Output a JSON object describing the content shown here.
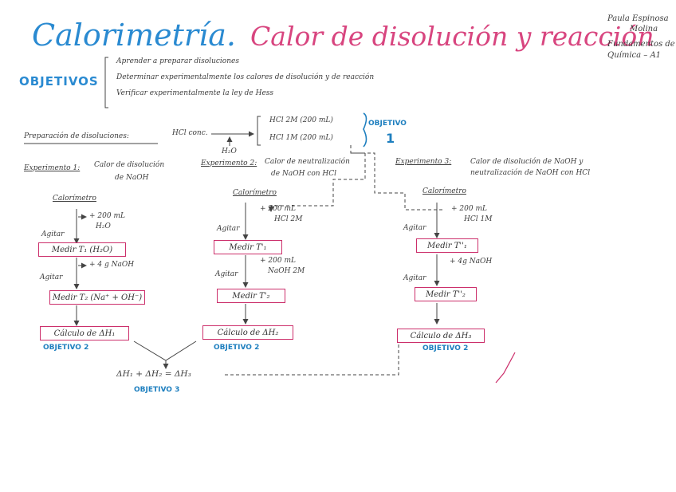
{
  "title": {
    "part1": "Calorimetría.",
    "part2": "Calor de disolución y reacción"
  },
  "author": {
    "name": "Paula Espinosa",
    "surname": "Molina",
    "subject_line1": "Fundamentos de",
    "subject_line2": "Química – A1"
  },
  "objectives": {
    "label": "OBJETIVOS",
    "items": [
      "Aprender a preparar disoluciones",
      "Determinar experimentalmente los calores de disolución y de reacción",
      "Verificar experimentalmente la ley de Hess"
    ]
  },
  "preparation": {
    "label": "Preparación de disoluciones:",
    "reagent": "HCl conc.",
    "water": "H₂O",
    "product1": "HCl 2M (200 mL)",
    "product2": "HCl 1M (200 mL)",
    "objective": "OBJETIVO",
    "objective_num": "1"
  },
  "experiments": [
    {
      "heading": "Experimento 1:",
      "desc1": "Calor de disolución",
      "desc2": "de NaOH",
      "calorimeter": "Calorímetro",
      "add1a": "+ 200 mL",
      "add1b": "H₂O",
      "stir1": "Agitar",
      "box1": "Medir T₁ (H₂O)",
      "add2": "+ 4 g NaOH",
      "stir2": "Agitar",
      "box2": "Medir T₂ (Na⁺ + OH⁻)",
      "box3": "Cálculo de ΔH₁",
      "objective": "OBJETIVO 2"
    },
    {
      "heading": "Experimento 2:",
      "desc1": "Calor de neutralización",
      "desc2": "de NaOH con HCl",
      "calorimeter": "Calorímetro",
      "add1a": "+ 200 mL",
      "add1b": "HCl 2M",
      "stir1": "Agitar",
      "box1": "Medir T'₁",
      "add2a": "+ 200 mL",
      "add2b": "NaOH 2M",
      "stir2": "Agitar",
      "box2": "Medir T'₂",
      "box3": "Cálculo de ΔH₂",
      "objective": "OBJETIVO 2"
    },
    {
      "heading": "Experimento 3:",
      "desc1": "Calor de disolución de NaOH y",
      "desc2": "neutralización de NaOH con HCl",
      "calorimeter": "Calorímetro",
      "add1a": "+ 200 mL",
      "add1b": "HCl 1M",
      "stir1": "Agitar",
      "box1": "Medir T''₁",
      "add2": "+ 4g NaOH",
      "stir2": "Agitar",
      "box2": "Medir T''₂",
      "box3": "Cálculo de ΔH₃",
      "objective": "OBJETIVO 2"
    }
  ],
  "hess": {
    "equation": "ΔH₁ + ΔH₂ = ΔH₃",
    "objective": "OBJETIVO 3"
  },
  "colors": {
    "title_blue": "#2a8ad1",
    "title_pink": "#d8457f",
    "box_border": "#cc2f6b",
    "objective_blue": "#1e7fbf",
    "ink": "#3d3d3d"
  }
}
